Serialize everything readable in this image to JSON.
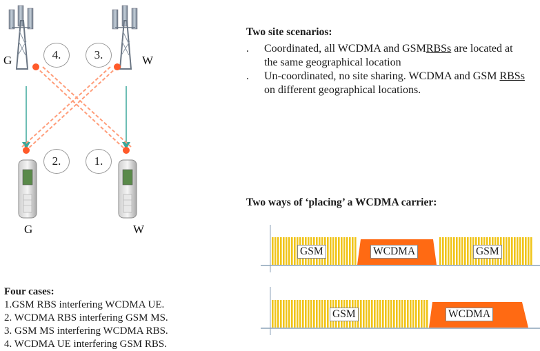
{
  "station_labels": {
    "top_left": "G",
    "top_right": "W",
    "bottom_left": "G",
    "bottom_right": "W"
  },
  "case_numbers": [
    "4.",
    "3.",
    "2.",
    "1."
  ],
  "scenarios": {
    "heading": "Two site scenarios:",
    "bullets": [
      {
        "marker": ".",
        "text_before": "Coordinated, all WCDMA and GSM",
        "link": "RBSs",
        "text_after": " are located at the same geographical location"
      },
      {
        "marker": ".",
        "text_before": "Un-coordinated, no site sharing. WCDMA and GSM ",
        "link": "RBSs",
        "text_after": " on different geographical locations."
      }
    ]
  },
  "carrier": {
    "heading": "Two ways of ‘placing’ a WCDMA carrier:",
    "row1": [
      "GSM",
      "WCDMA",
      "GSM"
    ],
    "row2": [
      "GSM",
      "WCDMA"
    ]
  },
  "cases": {
    "title": "Four cases:",
    "items": [
      "1.GSM RBS interfering WCDMA UE.",
      "2. WCDMA RBS interfering GSM MS.",
      "3. GSM MS interfering WCDMA RBS.",
      "4. WCDMA UE interfering GSM RBS."
    ]
  },
  "colors": {
    "gsm_bars": "#f0c419",
    "wcdma": "#ff6a13",
    "interference": "#ff9d7a",
    "link_green": "#3aa79a"
  }
}
